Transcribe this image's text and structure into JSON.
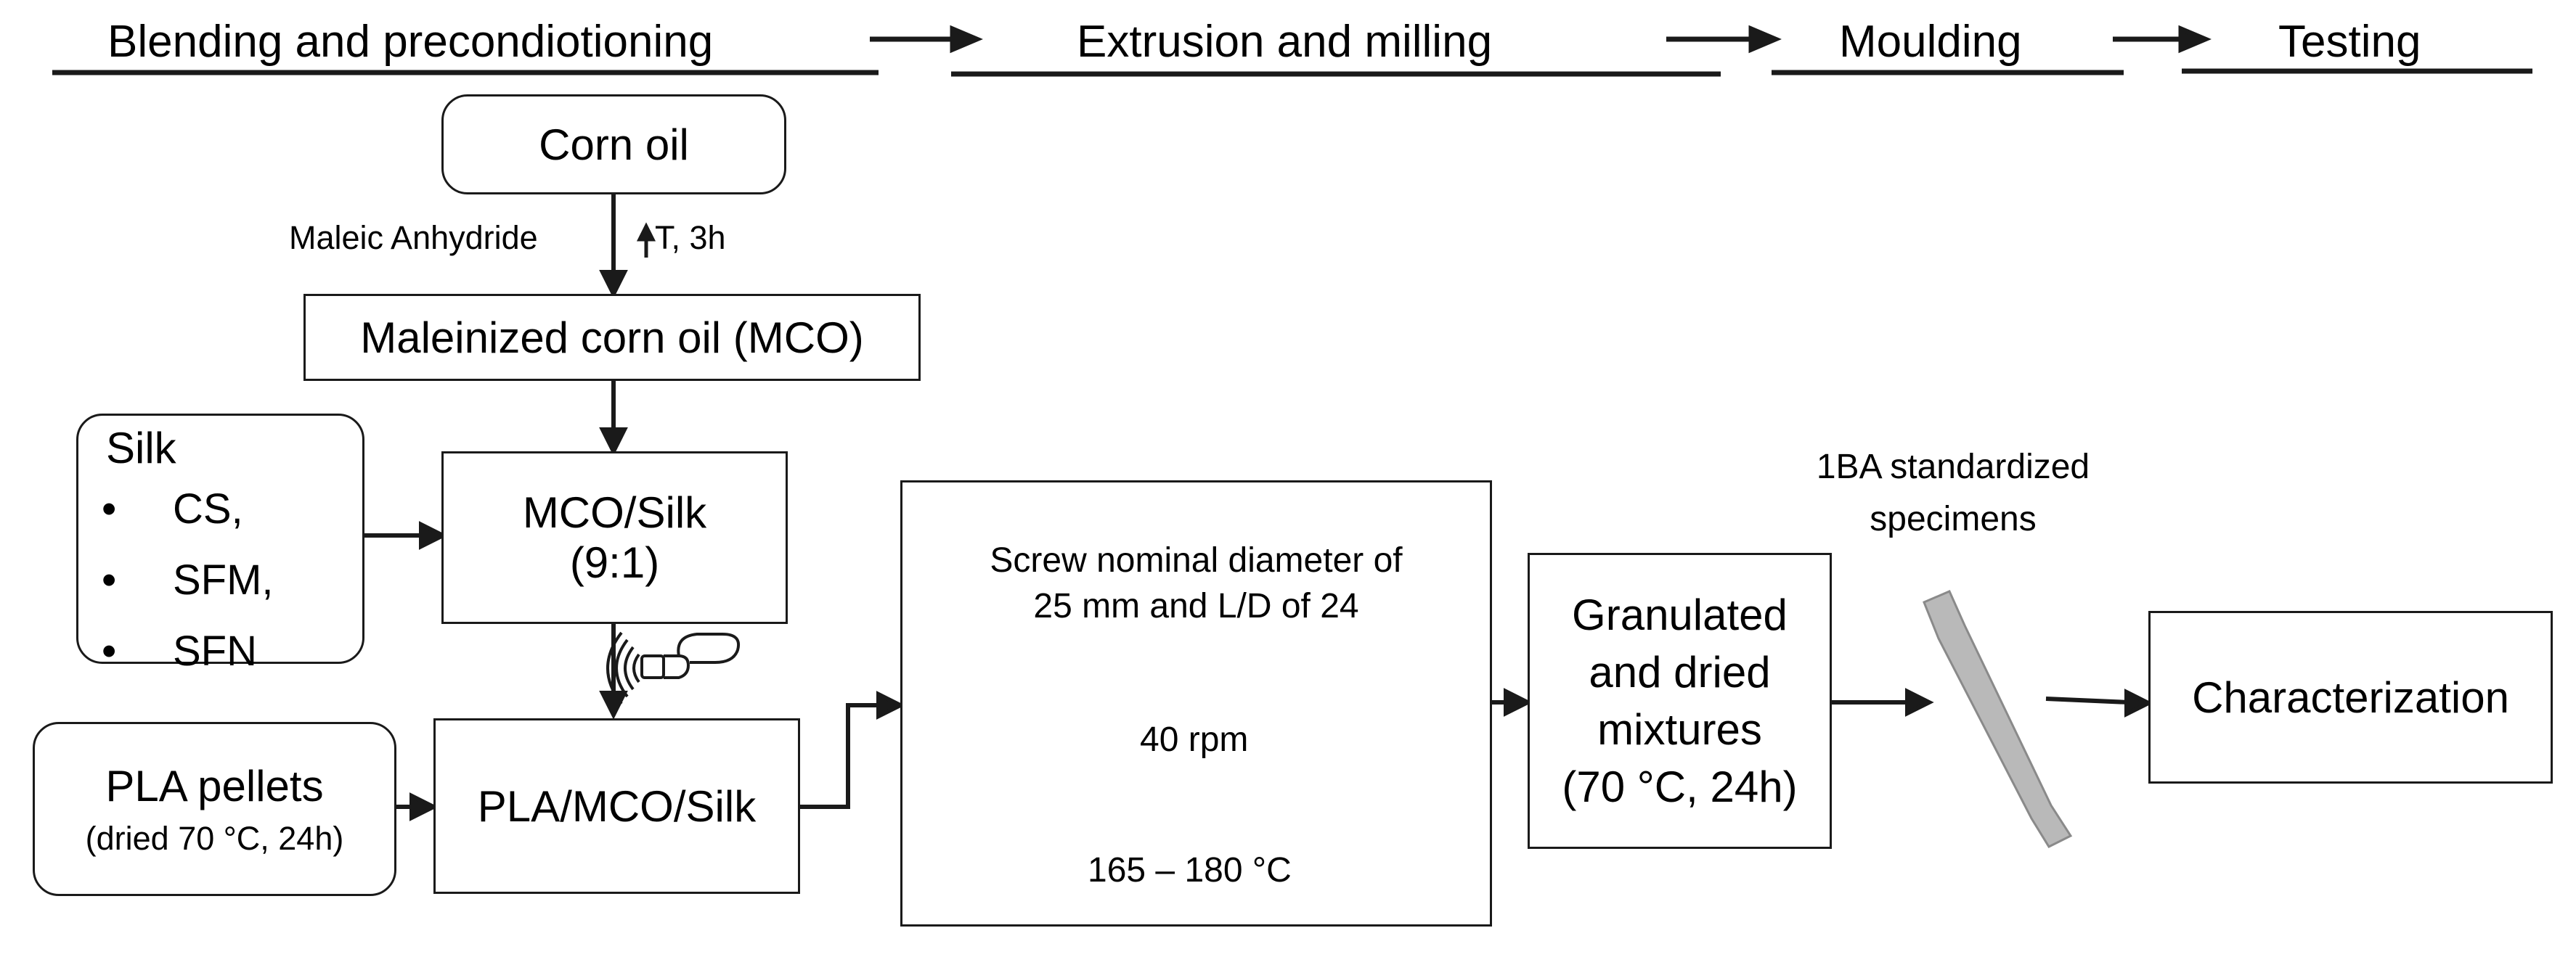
{
  "stages": [
    "Blending and precondiotioning",
    "Extrusion and milling",
    "Moulding",
    "Testing"
  ],
  "nodes": {
    "corn_oil": "Corn oil",
    "reagent": "Maleic Anhydride",
    "condition": "T, 3h",
    "mco": "Maleinized corn oil (MCO)",
    "silk_title": "Silk",
    "silk_items": [
      "CS,",
      "SFM,",
      "SFN"
    ],
    "mco_silk_line1": "MCO/Silk",
    "mco_silk_line2": "(9:1)",
    "pla_pellets": "PLA pellets",
    "pla_pellets_note": "(dried 70 °C, 24h)",
    "pla_mco_silk": "PLA/MCO/Silk",
    "extruder_desc_line1": "Screw nominal diameter of",
    "extruder_desc_line2": "25 mm and L/D of 24",
    "rpm": "40 rpm",
    "temp_range": "165 – 180 °C",
    "granulated_lines": [
      "Granulated",
      "and dried",
      "mixtures",
      "(70 °C, 24h)"
    ],
    "specimens_lines": [
      "1BA standardized",
      "specimens"
    ],
    "characterization": "Characterization"
  },
  "colors": {
    "stroke": "#1a1a1a",
    "specimen": "#b9b9b9",
    "extruder_body": "#5a5a5a"
  }
}
